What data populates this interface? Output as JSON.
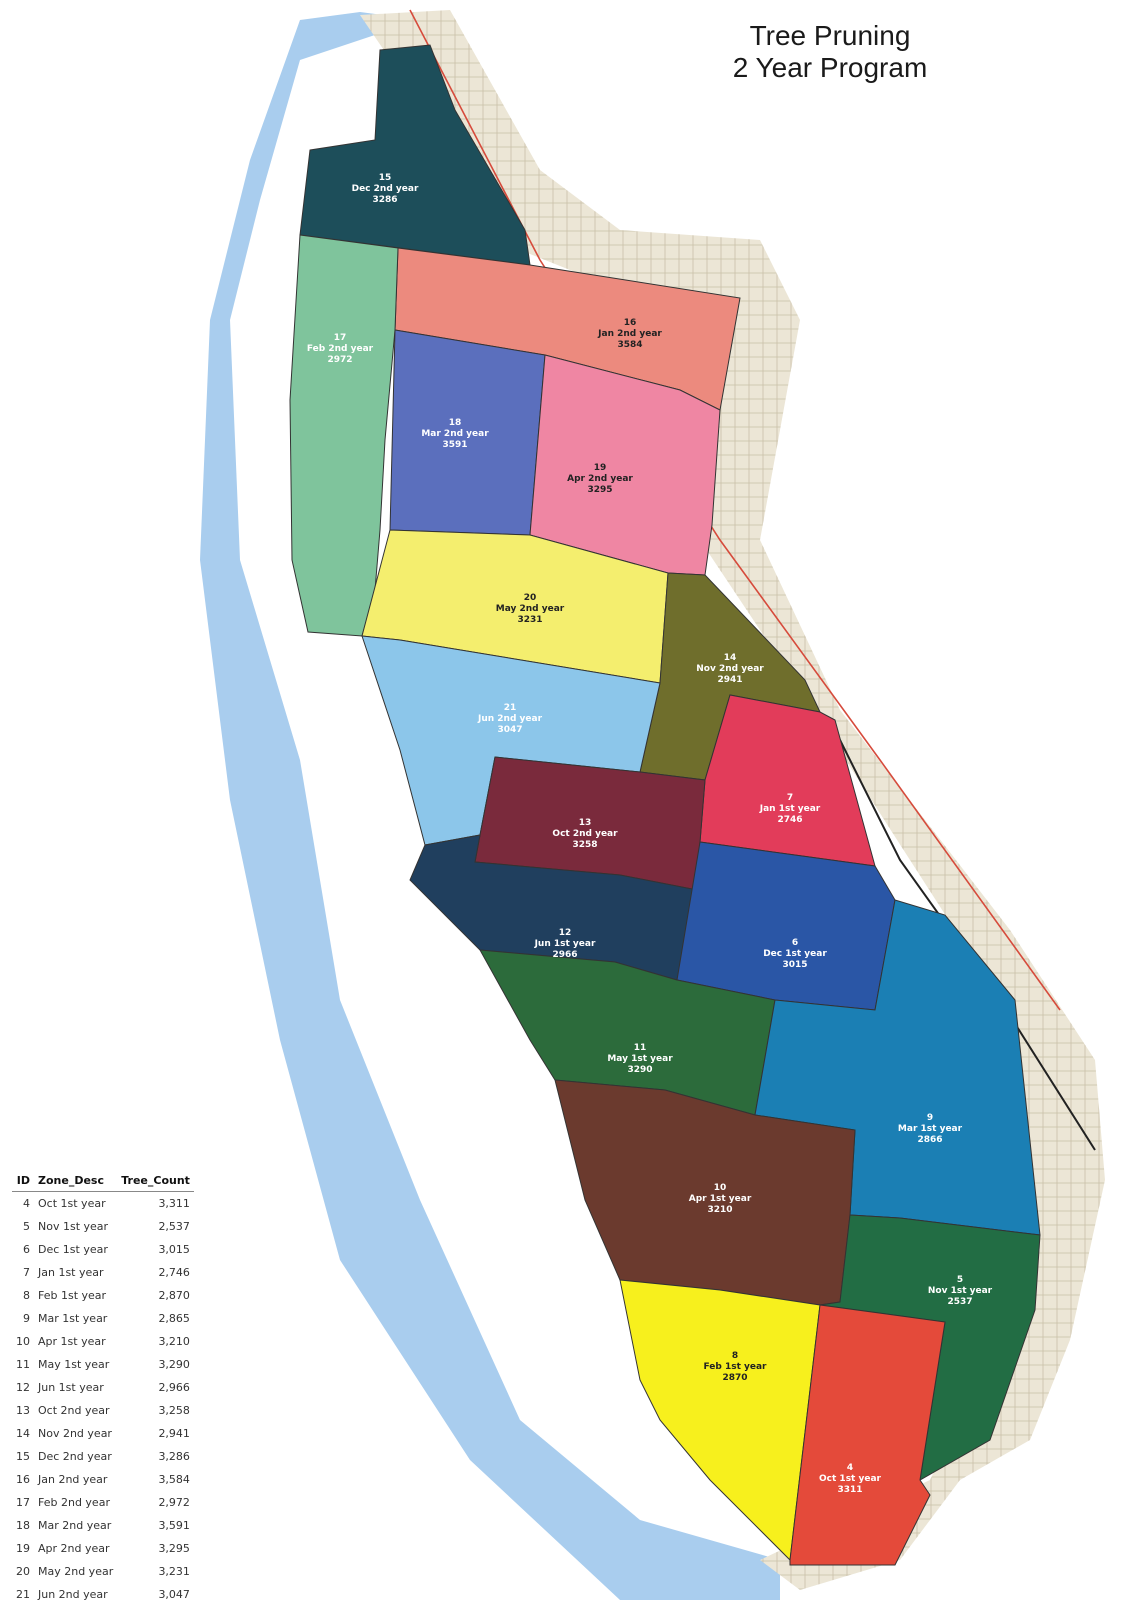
{
  "title": {
    "line1": "Tree Pruning",
    "line2": "2 Year Program"
  },
  "zones": [
    {
      "id": "15",
      "desc": "Dec 2nd year",
      "count": "3286",
      "color": "#1d4e5a"
    },
    {
      "id": "16",
      "desc": "Jan 2nd year",
      "count": "3584",
      "color": "#ec8a7e"
    },
    {
      "id": "17",
      "desc": "Feb 2nd year",
      "count": "2972",
      "color": "#7fc49c"
    },
    {
      "id": "18",
      "desc": "Mar 2nd year",
      "count": "3591",
      "color": "#5b6fbd"
    },
    {
      "id": "19",
      "desc": "Apr 2nd year",
      "count": "3295",
      "color": "#ef86a3"
    },
    {
      "id": "20",
      "desc": "May 2nd year",
      "count": "3231",
      "color": "#f4ee6e"
    },
    {
      "id": "14",
      "desc": "Nov 2nd year",
      "count": "2941",
      "color": "#6f6e2c"
    },
    {
      "id": "21",
      "desc": "Jun 2nd year",
      "count": "3047",
      "color": "#8cc6ea"
    },
    {
      "id": "7",
      "desc": "Jan 1st year",
      "count": "2746",
      "color": "#e23c5a"
    },
    {
      "id": "13",
      "desc": "Oct 2nd year",
      "count": "3258",
      "color": "#7a2a3c"
    },
    {
      "id": "12",
      "desc": "Jun 1st year",
      "count": "2966",
      "color": "#203f5e"
    },
    {
      "id": "6",
      "desc": "Dec 1st year",
      "count": "3015",
      "color": "#2a56a6"
    },
    {
      "id": "11",
      "desc": "May 1st year",
      "count": "3290",
      "color": "#2c6b3b"
    },
    {
      "id": "9",
      "desc": "Mar 1st year",
      "count": "2866",
      "color": "#1b7fb4"
    },
    {
      "id": "10",
      "desc": "Apr 1st year",
      "count": "3210",
      "color": "#6b3a2e"
    },
    {
      "id": "5",
      "desc": "Nov 1st year",
      "count": "2537",
      "color": "#226d44"
    },
    {
      "id": "8",
      "desc": "Feb 1st year",
      "count": "2870",
      "color": "#f7f01d"
    },
    {
      "id": "4",
      "desc": "Oct 1st year",
      "count": "3311",
      "color": "#e44a3a"
    }
  ],
  "legend": {
    "headers": {
      "id": "ID",
      "desc": "Zone_Desc",
      "count": "Tree_Count"
    },
    "rows": [
      {
        "id": "4",
        "desc": "Oct 1st year",
        "count": "3,311"
      },
      {
        "id": "5",
        "desc": "Nov 1st year",
        "count": "2,537"
      },
      {
        "id": "6",
        "desc": "Dec 1st year",
        "count": "3,015"
      },
      {
        "id": "7",
        "desc": "Jan 1st year",
        "count": "2,746"
      },
      {
        "id": "8",
        "desc": "Feb 1st year",
        "count": "2,870"
      },
      {
        "id": "9",
        "desc": "Mar 1st year",
        "count": "2,865"
      },
      {
        "id": "10",
        "desc": "Apr 1st year",
        "count": "3,210"
      },
      {
        "id": "11",
        "desc": "May 1st year",
        "count": "3,290"
      },
      {
        "id": "12",
        "desc": "Jun 1st year",
        "count": "2,966"
      },
      {
        "id": "13",
        "desc": "Oct 2nd year",
        "count": "3,258"
      },
      {
        "id": "14",
        "desc": "Nov 2nd year",
        "count": "2,941"
      },
      {
        "id": "15",
        "desc": "Dec 2nd year",
        "count": "3,286"
      },
      {
        "id": "16",
        "desc": "Jan 2nd year",
        "count": "3,584"
      },
      {
        "id": "17",
        "desc": "Feb 2nd year",
        "count": "2,972"
      },
      {
        "id": "18",
        "desc": "Mar 2nd year",
        "count": "3,591"
      },
      {
        "id": "19",
        "desc": "Apr 2nd year",
        "count": "3,295"
      },
      {
        "id": "20",
        "desc": "May 2nd year",
        "count": "3,231"
      },
      {
        "id": "21",
        "desc": "Jun 2nd year",
        "count": "3,047"
      }
    ]
  },
  "colors": {
    "water": "#a9cdee",
    "land": "#e6e0cf",
    "road": "#d64b3c",
    "border": "#333333"
  }
}
